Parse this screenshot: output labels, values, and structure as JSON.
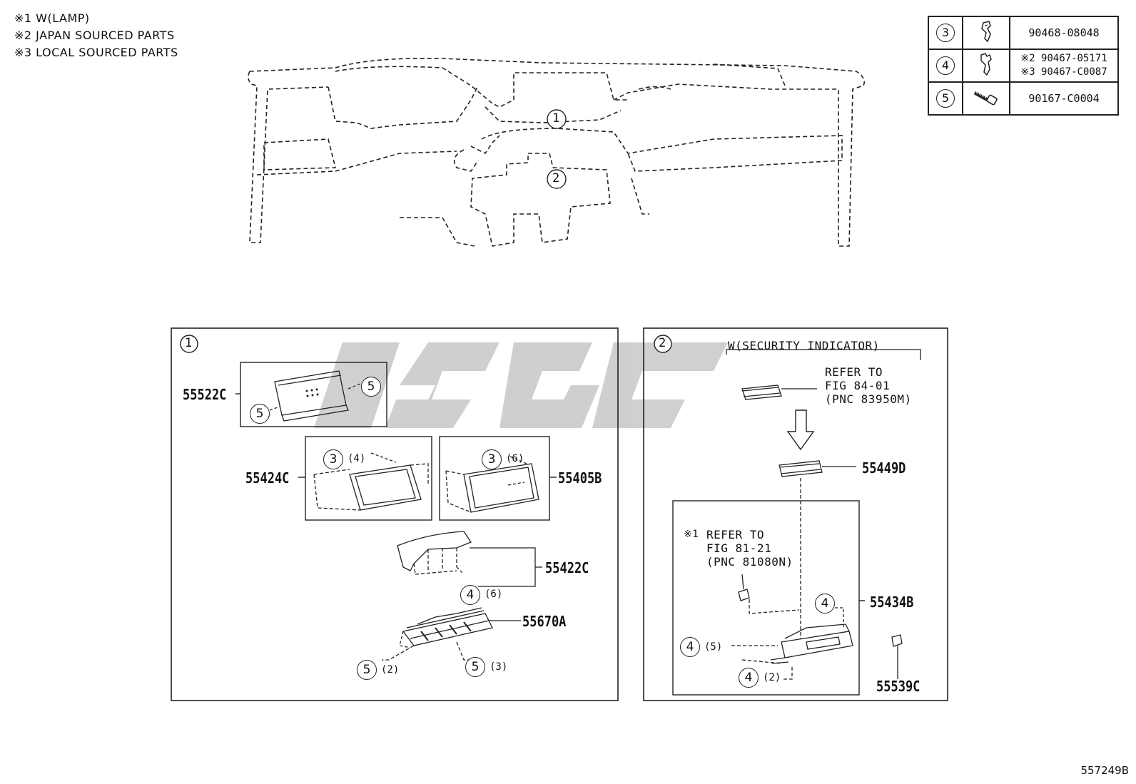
{
  "notes": [
    "※1 W(LAMP)",
    "※2 JAPAN SOURCED PARTS",
    "※3 LOCAL SOURCED PARTS"
  ],
  "clips_table": [
    {
      "ref": "3",
      "icon": "clip-icon",
      "part": "90468-08048",
      "part2": ""
    },
    {
      "ref": "4",
      "icon": "clip-icon",
      "part": "※2 90467-05171",
      "part2": "※3 90467-C0087"
    },
    {
      "ref": "5",
      "icon": "screw-icon",
      "part": "90167-C0004",
      "part2": ""
    }
  ],
  "dashboard": {
    "callout1": "1",
    "callout2": "2"
  },
  "panel1": {
    "number": "1",
    "labels": {
      "p55522C": "55522C",
      "p55424C": "55424C",
      "p55405B": "55405B",
      "p55422C": "55422C",
      "p55670A": "55670A"
    },
    "callouts": {
      "a": "5",
      "b": "5",
      "c": "3",
      "c_qty": "(4)",
      "d": "3",
      "d_qty": "(6)",
      "e": "4",
      "e_qty": "(6)",
      "f": "5",
      "f_qty": "(2)",
      "g": "5",
      "g_qty": "(3)"
    }
  },
  "panel2": {
    "number": "2",
    "group_label": "W(SECURITY INDICATOR)",
    "refer1": [
      "REFER TO",
      "FIG 84-01",
      "(PNC 83950M)"
    ],
    "refer2_mark": "※1",
    "refer2": [
      "REFER TO",
      "FIG 81-21",
      "(PNC 81080N)"
    ],
    "labels": {
      "p55449D": "55449D",
      "p55434B": "55434B",
      "p55539C": "55539C"
    },
    "callouts": {
      "a": "4",
      "b": "4",
      "b_qty": "(5)",
      "c": "4",
      "c_qty": "(2)"
    }
  },
  "figure_number": "557249B"
}
